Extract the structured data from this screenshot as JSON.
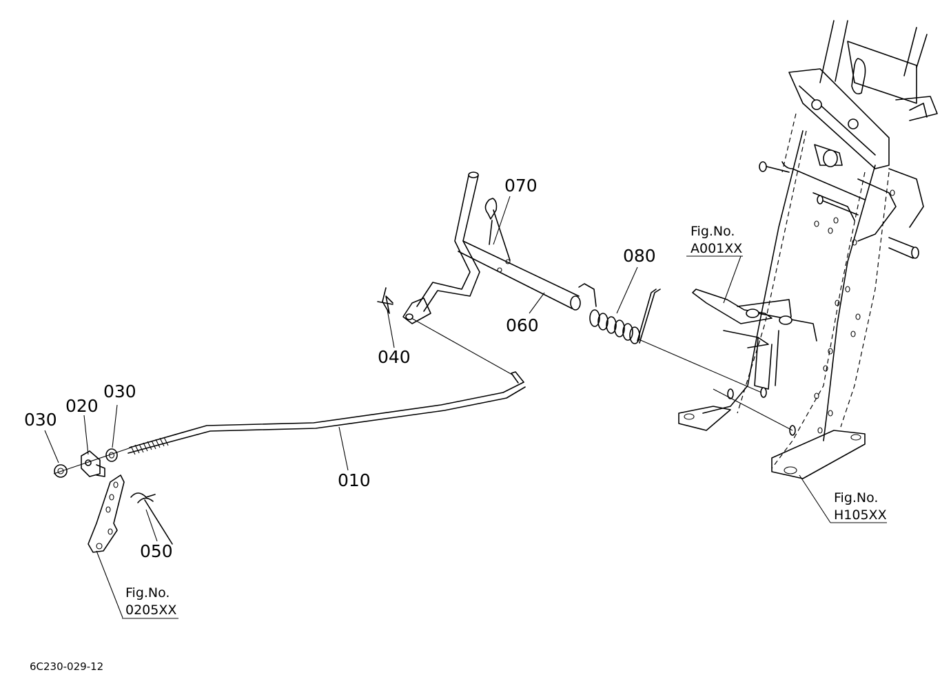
{
  "parts": {
    "p010": "010",
    "p020": "020",
    "p030a": "030",
    "p030b": "030",
    "p040": "040",
    "p050": "050",
    "p060": "060",
    "p070": "070",
    "p080": "080"
  },
  "refs": {
    "a001": {
      "label": "Fig.No.",
      "code": "A001XX"
    },
    "h105": {
      "label": "Fig.No.",
      "code": "H105XX"
    },
    "o205": {
      "label": "Fig.No.",
      "code": "0205XX"
    }
  },
  "drawing_code": "6C230-029-12"
}
